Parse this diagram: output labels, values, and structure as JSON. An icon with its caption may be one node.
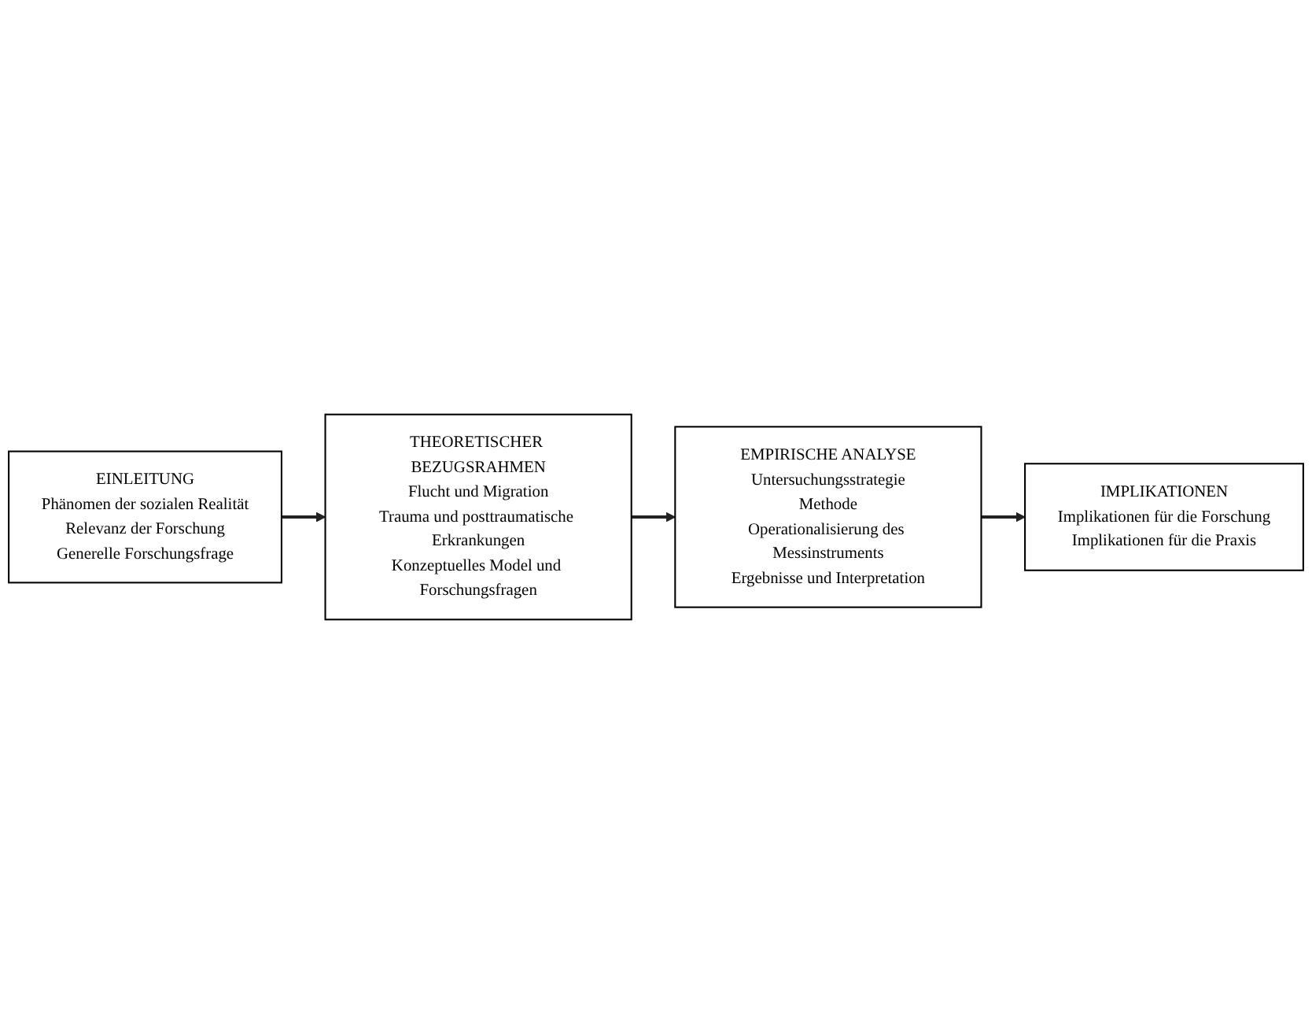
{
  "diagram": {
    "nodes": [
      {
        "text": [
          "EINLEITUNG",
          "Phänomen der sozialen Realität",
          "Relevanz der Forschung",
          "Generelle Forschungsfrage"
        ]
      },
      {
        "text": [
          "THEORETISCHER BEZUGSRAHMEN",
          "Flucht und Migration",
          "Trauma und posttraumatische Erkrankungen",
          "Konzeptuelles Model und Forschungsfragen"
        ]
      },
      {
        "text": [
          "EMPIRISCHE ANALYSE",
          "Untersuchungsstrategie",
          "Methode",
          "Operationalisierung des Messinstruments",
          "Ergebnisse und Interpretation"
        ]
      },
      {
        "text": [
          "IMPLIKATIONEN",
          "Implikationen für die Forschung",
          "Implikationen für die Praxis"
        ]
      }
    ],
    "edges": [
      {
        "from": 0,
        "to": 1,
        "arrow": "to"
      },
      {
        "from": 1,
        "to": 2,
        "arrow": "to"
      },
      {
        "from": 2,
        "to": 3,
        "arrow": "to"
      }
    ]
  }
}
